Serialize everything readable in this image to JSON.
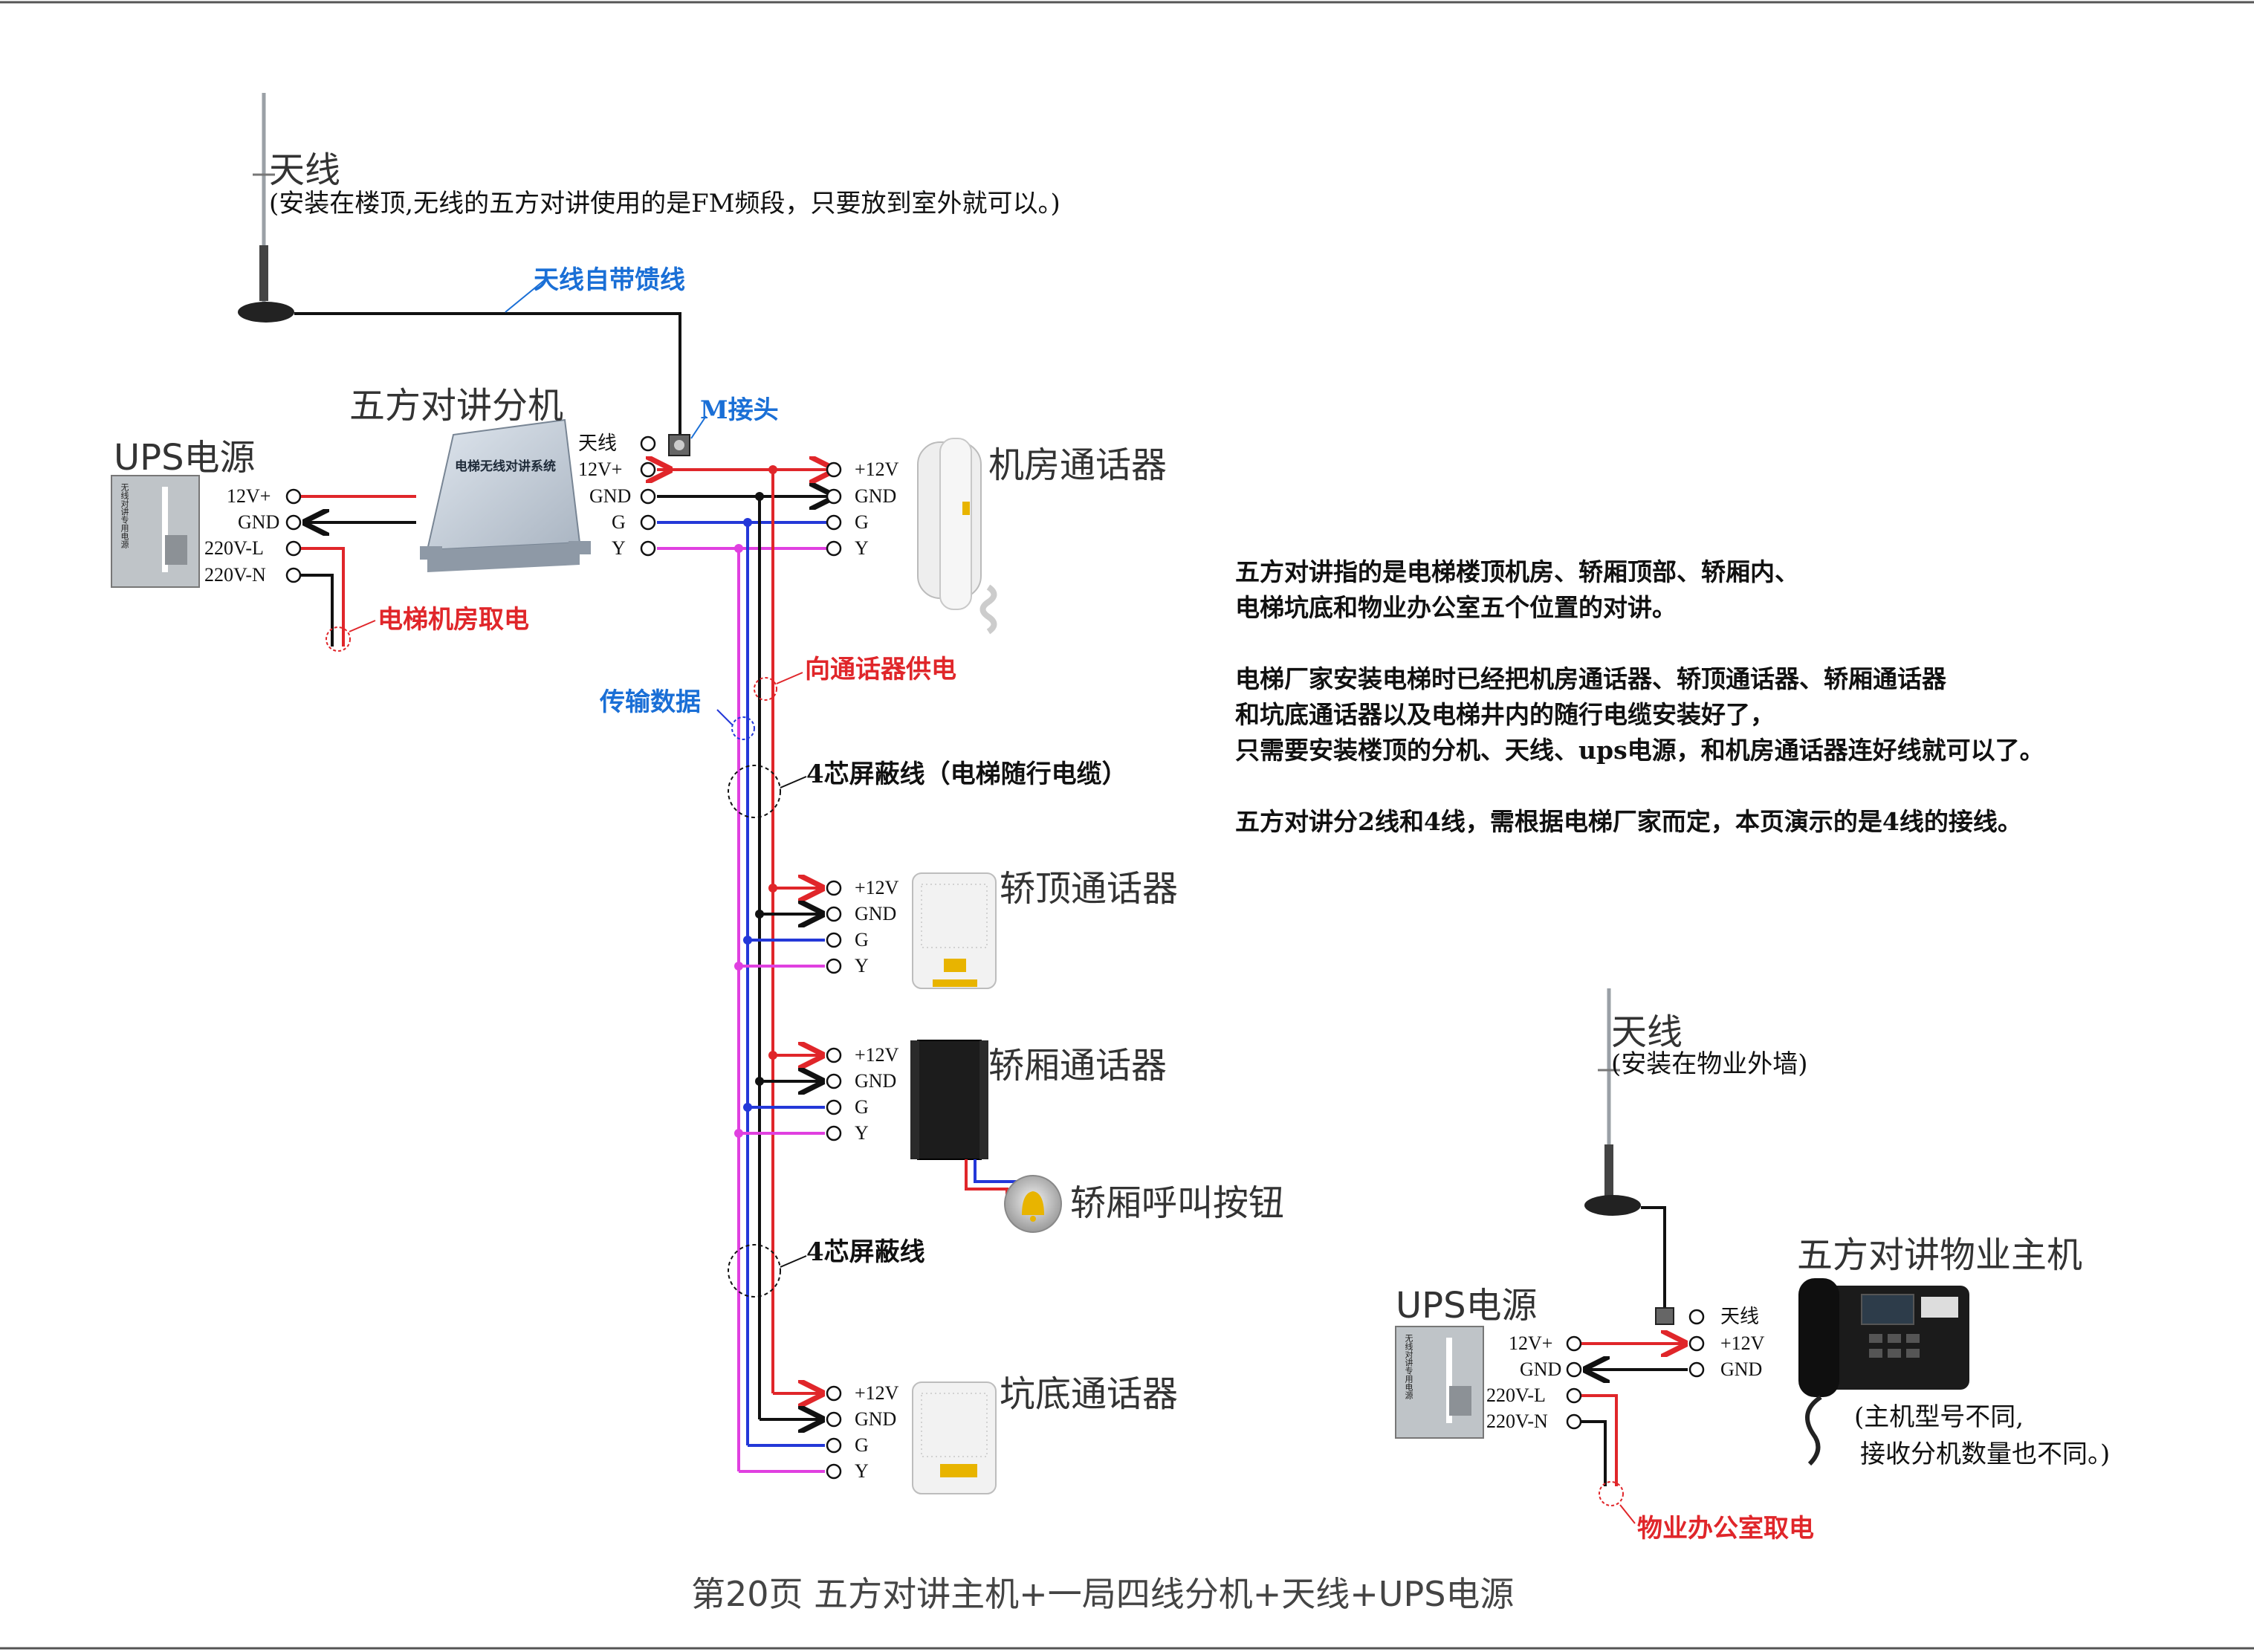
{
  "colors": {
    "red": "#e0262a",
    "black": "#111111",
    "blue": "#2438d8",
    "magenta": "#e040e0",
    "accent_blue": "#1a6fd6"
  },
  "antenna_top": {
    "title": "天线",
    "note": "(安装在楼顶,无线的五方对讲使用的是FM频段，只要放到室外就可以。)"
  },
  "feed_line": "天线自带馈线",
  "m_connector": "M接头",
  "splitter": {
    "title": "五方对讲分机",
    "device_label": "电梯无线对讲系统",
    "pins": [
      "天线",
      "12V+",
      "GND",
      "G",
      "Y"
    ]
  },
  "ups_left": {
    "title": "UPS电源",
    "device_label": "无线对讲专用电源",
    "pins": [
      "12V+",
      "GND",
      "220V-L",
      "220V-N"
    ],
    "power_note": "电梯机房取电"
  },
  "machine_room": {
    "title": "机房通话器",
    "pins": [
      "+12V",
      "GND",
      "G",
      "Y"
    ]
  },
  "annotations": {
    "supply": "向通话器供电",
    "data": "传输数据",
    "cable1": "4芯屏蔽线（电梯随行电缆）",
    "cable2": "4芯屏蔽线"
  },
  "car_top": {
    "title": "轿顶通话器",
    "pins": [
      "+12V",
      "GND",
      "G",
      "Y"
    ]
  },
  "car_inside": {
    "title": "轿厢通话器",
    "pins": [
      "+12V",
      "GND",
      "G",
      "Y"
    ]
  },
  "call_button": {
    "title": "轿厢呼叫按钮"
  },
  "pit": {
    "title": "坑底通话器",
    "pins": [
      "+12V",
      "GND",
      "G",
      "Y"
    ]
  },
  "description": [
    "五方对讲指的是电梯楼顶机房、轿厢顶部、轿厢内、",
    "电梯坑底和物业办公室五个位置的对讲。",
    "",
    "电梯厂家安装电梯时已经把机房通话器、轿顶通话器、轿厢通话器",
    "和坑底通话器以及电梯井内的随行电缆安装好了，",
    "只需要安装楼顶的分机、天线、ups电源，和机房通话器连好线就可以了。",
    "",
    "五方对讲分2线和4线，需根据电梯厂家而定，本页演示的是4线的接线。"
  ],
  "antenna_office": {
    "title": "天线",
    "note": "(安装在物业外墙)"
  },
  "ups_right": {
    "title": "UPS电源",
    "device_label": "无线对讲专用电源",
    "pins": [
      "12V+",
      "GND",
      "220V-L",
      "220V-N"
    ],
    "power_note": "物业办公室取电"
  },
  "host": {
    "title": "五方对讲物业主机",
    "pins": [
      "天线",
      "+12V",
      "GND"
    ],
    "note_lines": [
      "(主机型号不同,",
      "接收分机数量也不同。)"
    ]
  },
  "footer": "第20页  五方对讲主机+一局四线分机+天线+UPS电源"
}
